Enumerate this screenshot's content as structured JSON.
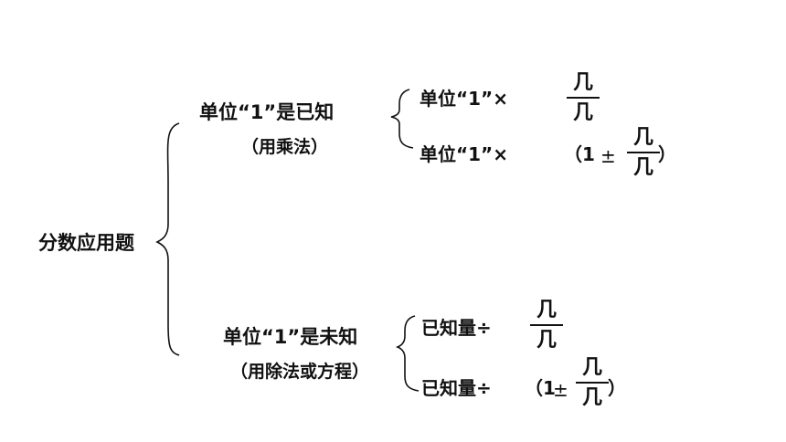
{
  "root": {
    "label": "分数应用题"
  },
  "known": {
    "title": "单位“1”是已知",
    "method": "（用乘法）",
    "formula1": {
      "prefix": "单位“1”×",
      "numerator": "几",
      "denominator": "几"
    },
    "formula2": {
      "prefix": "单位“1”×",
      "open": "（1",
      "op": "±",
      "numerator": "几",
      "denominator": "几",
      "close": "）"
    }
  },
  "unknown": {
    "title": "单位“1”是未知",
    "method": "（用除法或方程）",
    "formula1": {
      "prefix": "已知量÷",
      "numerator": "几",
      "denominator": "几"
    },
    "formula2": {
      "prefix": "已知量÷",
      "open": "（1",
      "op": "±",
      "numerator": "几",
      "denominator": "几",
      "close": "）"
    }
  }
}
